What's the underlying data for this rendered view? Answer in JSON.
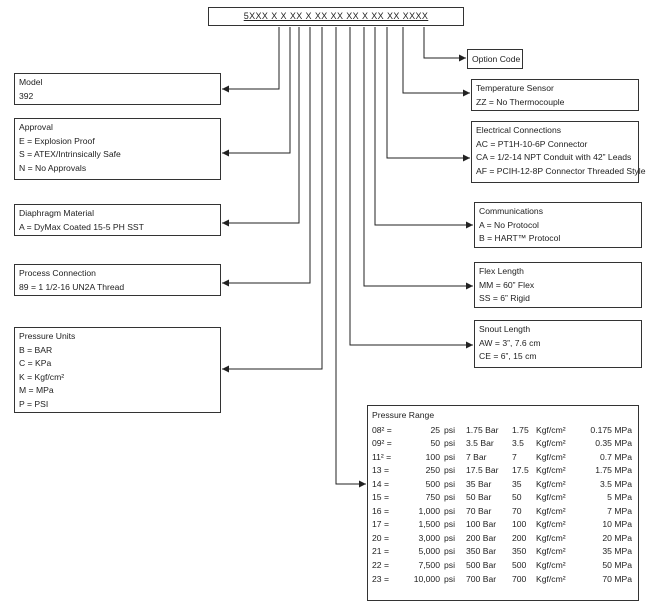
{
  "model_code": "5XXX X X XX X XX XX XX X XX XX XXXX",
  "option_code": {
    "title": "Option Code"
  },
  "model": {
    "title": "Model",
    "items": [
      "392"
    ]
  },
  "approval": {
    "title": "Approval",
    "items": [
      "E = Explosion Proof",
      "S = ATEX/Intrinsically Safe",
      "N = No Approvals"
    ]
  },
  "diaphragm": {
    "title": "Diaphragm Material",
    "items": [
      "A = DyMax Coated 15-5 PH SST"
    ]
  },
  "process": {
    "title": "Process Connection",
    "items": [
      "89 = 1 1/2-16 UN2A Thread"
    ]
  },
  "pressure_units": {
    "title": "Pressure Units",
    "items": [
      "B = BAR",
      "C = KPa",
      "K = Kgf/cm²",
      "M = MPa",
      "P = PSI"
    ]
  },
  "temperature": {
    "title": "Temperature Sensor",
    "items": [
      "ZZ = No Thermocouple"
    ]
  },
  "electrical": {
    "title": "Electrical Connections",
    "items": [
      "AC = PT1H-10-6P Connector",
      "CA = 1/2-14 NPT Conduit with 42” Leads",
      "AF = PCIH-12-8P Connector Threaded Style"
    ]
  },
  "communications": {
    "title": "Communications",
    "items": [
      "A = No Protocol",
      "B = HART™ Protocol"
    ]
  },
  "flex": {
    "title": "Flex Length",
    "items": [
      "MM = 60” Flex",
      "SS = 6” Rigid"
    ]
  },
  "snout": {
    "title": "Snout Length",
    "items": [
      "AW = 3”, 7.6 cm",
      "CE = 6”, 15 cm"
    ]
  },
  "pressure_range": {
    "title": "Pressure Range",
    "rows": [
      [
        "08² =",
        "25",
        "psi",
        "1.75 Bar",
        "1.75",
        "Kgf/cm²",
        "0.175 MPa"
      ],
      [
        "09² =",
        "50",
        "psi",
        "3.5 Bar",
        "3.5",
        "Kgf/cm²",
        "0.35 MPa"
      ],
      [
        "11² =",
        "100",
        "psi",
        "7 Bar",
        "7",
        "Kgf/cm²",
        "0.7 MPa"
      ],
      [
        "13 =",
        "250",
        "psi",
        "17.5 Bar",
        "17.5",
        "Kgf/cm²",
        "1.75 MPa"
      ],
      [
        "14 =",
        "500",
        "psi",
        "35 Bar",
        "35",
        "Kgf/cm²",
        "3.5 MPa"
      ],
      [
        "15 =",
        "750",
        "psi",
        "50 Bar",
        "50",
        "Kgf/cm²",
        "5 MPa"
      ],
      [
        "16 =",
        "1,000",
        "psi",
        "70 Bar",
        "70",
        "Kgf/cm²",
        "7 MPa"
      ],
      [
        "17 =",
        "1,500",
        "psi",
        "100 Bar",
        "100",
        "Kgf/cm²",
        "10 MPa"
      ],
      [
        "20 =",
        "3,000",
        "psi",
        "200 Bar",
        "200",
        "Kgf/cm²",
        "20 MPa"
      ],
      [
        "21 =",
        "5,000",
        "psi",
        "350 Bar",
        "350",
        "Kgf/cm²",
        "35 MPa"
      ],
      [
        "22 =",
        "7,500",
        "psi",
        "500 Bar",
        "500",
        "Kgf/cm²",
        "50 MPa"
      ],
      [
        "23 =",
        "10,000",
        "psi",
        "700 Bar",
        "700",
        "Kgf/cm²",
        "70 MPa"
      ]
    ]
  }
}
